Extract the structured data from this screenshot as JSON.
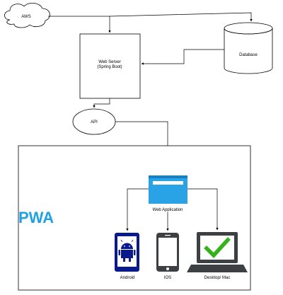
{
  "nodes": {
    "aws": "AWS",
    "web_server": [
      "Web Server",
      "(Spring Boot)"
    ],
    "database": "Database",
    "api": "API",
    "pwa": "PWA",
    "web_application": "Web Application",
    "android": "Android",
    "ios": "IOS",
    "desktop_mac": "Desktop/  Mac"
  },
  "colors": {
    "pwa_text": "#1ea1e6",
    "web_app_icon": "#29a3e6",
    "android_device": "#0a1a8c",
    "ios_device": "#3d4043",
    "desktop_device": "#3d4043",
    "checkmark": "#35b11a"
  },
  "icons": {
    "web_application": "browser-window-icon",
    "android": "android-phone-icon",
    "ios": "iphone-icon",
    "desktop_mac": "laptop-check-icon"
  }
}
